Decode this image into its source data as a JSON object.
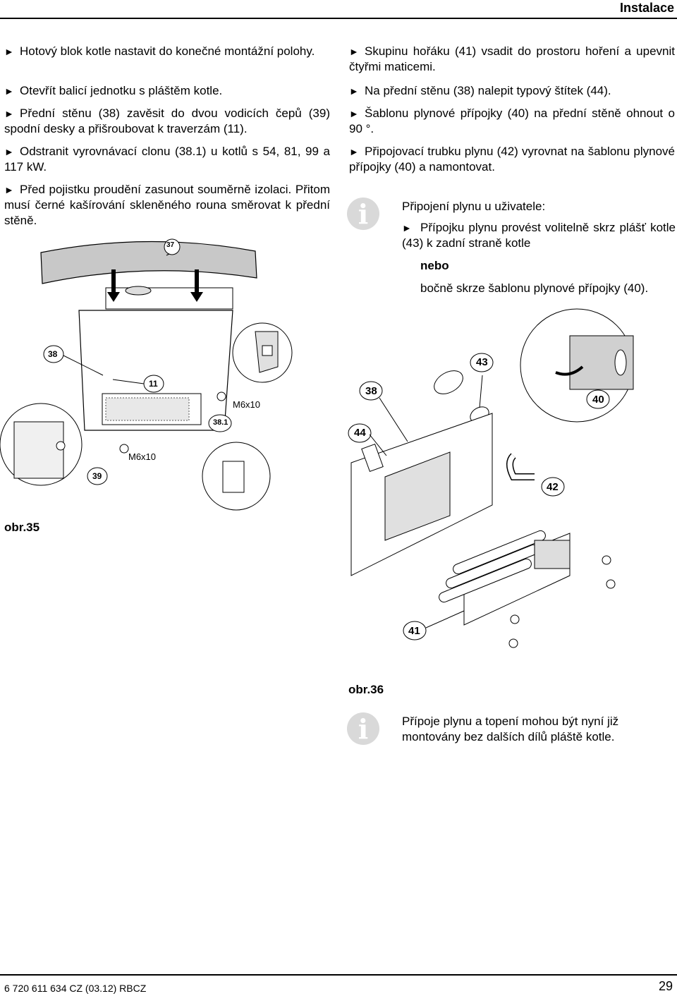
{
  "header": {
    "title": "Instalace"
  },
  "left_steps": [
    "Hotový blok kotle nastavit do konečné montážní polohy.",
    "Otevřít balicí jednotku s pláštěm kotle.",
    "Přední stěnu (38) zavěsit do dvou vodicích čepů (39) spodní desky a přišroubovat k traverzám (11).",
    "Odstranit vyrovnávací clonu (38.1) u kotlů s 54, 81, 99 a 117 kW.",
    "Před pojistku proudění zasunout souměrně izolaci. Přitom musí černé kašírování skleněného rouna směrovat k přední stěně."
  ],
  "right_steps": [
    "Skupinu hořáku (41) vsadit do prostoru hoření a upevnit čtyřmi maticemi.",
    "Na přední stěnu (38) nalepit typový štítek (44).",
    "Šablonu plynové přípojky (40) na přední stěně ohnout o 90 °.",
    "Připojovací trubku plynu (42) vyrovnat na šablonu plynové přípojky (40) a namontovat."
  ],
  "info1": {
    "icon": "info-icon",
    "heading": "Připojení plynu u uživatele:",
    "bullet": "Přípojku plynu provést volitelně skrz plášť kotle (43) k zadní straně kotle",
    "or": "nebo",
    "alt": "bočně skrze šablonu plynové přípojky (40)."
  },
  "figure35": {
    "caption": "obr.35",
    "callouts": {
      "c37": "37",
      "c38": "38",
      "c11": "11",
      "c381": "38.1",
      "c39": "39",
      "m6a": "M6x10",
      "m6b": "M6x10"
    }
  },
  "figure36": {
    "caption": "obr.36",
    "callouts": {
      "c43": "43",
      "c38": "38",
      "c40": "40",
      "c44": "44",
      "c42": "42",
      "c41": "41"
    }
  },
  "info2": {
    "icon": "info-icon",
    "text": "Přípoje plynu a topení mohou být nyní již montovány bez dalších dílů pláště kotle."
  },
  "footer": {
    "doc": "6 720 611 634 CZ (03.12) RBCZ",
    "page": "29"
  },
  "glyphs": {
    "arrow": "►",
    "info": "i"
  }
}
